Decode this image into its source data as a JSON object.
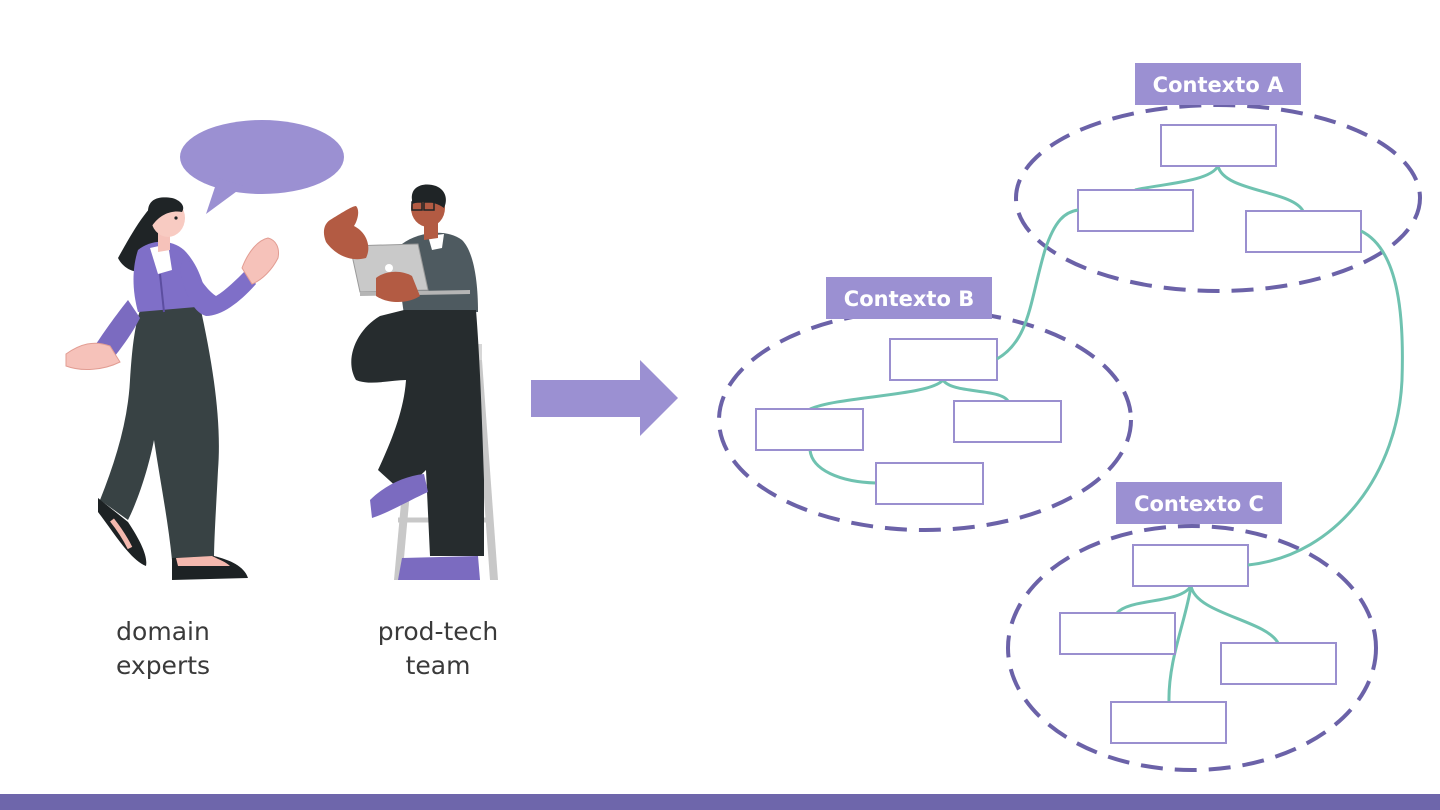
{
  "colors": {
    "accent": "#9b90d2",
    "ellipse_stroke": "#6b62a8",
    "box_stroke": "#9a8fcf",
    "connector": "#6fc2b0",
    "footer": "#6e66ab"
  },
  "people": {
    "domain_experts": {
      "line1": "domain",
      "line2": "experts"
    },
    "prod_tech_team": {
      "line1": "prod-tech",
      "line2": "team"
    }
  },
  "contexts": [
    {
      "id": "a",
      "label": "Contexto A",
      "boxes": 3
    },
    {
      "id": "b",
      "label": "Contexto B",
      "boxes": 4
    },
    {
      "id": "c",
      "label": "Contexto C",
      "boxes": 4
    }
  ],
  "icons": {
    "speech_bubble": "speech-bubble-icon",
    "arrow": "arrow-right-icon",
    "laptop": "laptop-icon"
  }
}
